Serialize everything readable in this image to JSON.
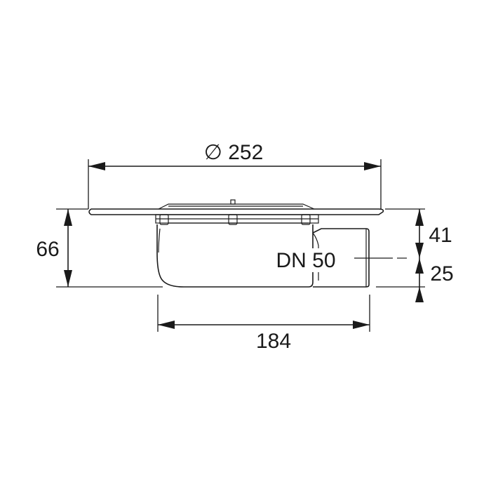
{
  "dimensions": {
    "diameter_symbol": "∅",
    "top_diameter": "252",
    "height_total": "66",
    "height_upper": "41",
    "height_lower": "25",
    "body_width": "184"
  },
  "outlet_label": "DN 50"
}
